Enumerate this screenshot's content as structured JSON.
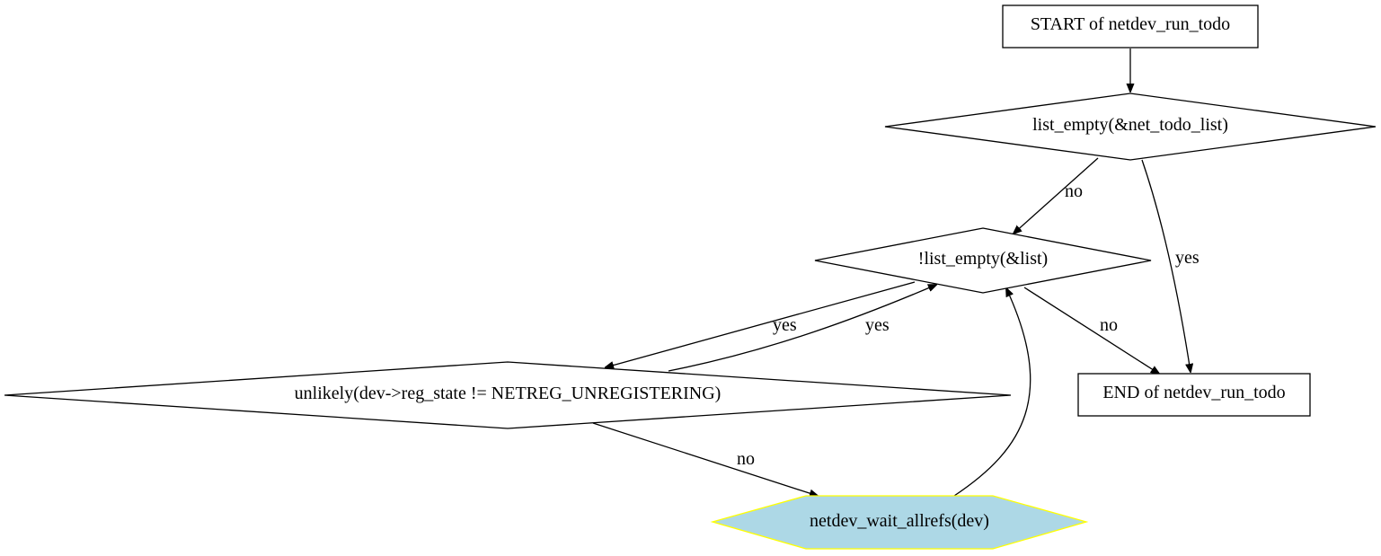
{
  "diagram": {
    "nodes": {
      "start": {
        "label": "START of netdev_run_todo"
      },
      "check_todo": {
        "label": "list_empty(&net_todo_list)"
      },
      "check_list": {
        "label": "!list_empty(&list)"
      },
      "check_state": {
        "label": "unlikely(dev->reg_state != NETREG_UNREGISTERING)"
      },
      "end": {
        "label": "END of netdev_run_todo"
      },
      "wait": {
        "label": "netdev_wait_allrefs(dev)"
      }
    },
    "edges": {
      "start_to_check_todo": {
        "label": ""
      },
      "check_todo_no": {
        "label": "no"
      },
      "check_todo_yes": {
        "label": "yes"
      },
      "check_list_yes": {
        "label": "yes"
      },
      "check_state_yes": {
        "label": "yes"
      },
      "check_list_no": {
        "label": "no"
      },
      "check_state_no": {
        "label": "no"
      },
      "wait_back": {
        "label": ""
      }
    },
    "colors": {
      "wait_fill": "#add8e6",
      "wait_stroke": "#ffff00",
      "stroke": "#000000"
    }
  }
}
